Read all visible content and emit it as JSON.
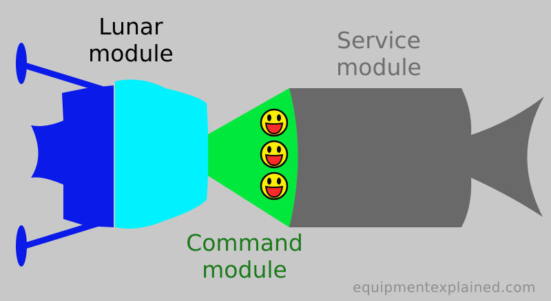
{
  "labels": {
    "lunar_module": [
      "Lunar",
      "module"
    ],
    "service_module": [
      "Service",
      "module"
    ],
    "command_module": [
      "Command",
      "module"
    ]
  },
  "watermark": "equipmentexplained.com",
  "crew_count": 3,
  "colors": {
    "background": "#c8c8c8",
    "lunar_module_body": "#0a1ae8",
    "lunar_module_ascent": "#00f2ff",
    "command_module": "#00e83c",
    "service_module": "#696969",
    "service_label": "#6e6e6e",
    "command_label": "#1a7a1a",
    "crew_face": "#ffee00",
    "crew_mouth": "#ff2a2a"
  }
}
